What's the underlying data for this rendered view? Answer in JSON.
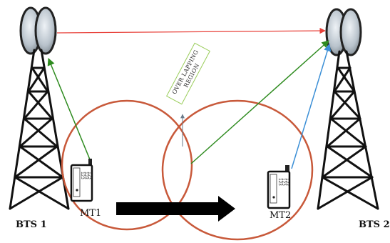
{
  "bts": [
    {
      "label": "BTS 1"
    },
    {
      "label": "BTS 2"
    }
  ],
  "mobiles": [
    {
      "label": "MT1",
      "keypad": "123"
    },
    {
      "label": "MT2",
      "keypad": "123"
    }
  ],
  "region": {
    "line1": "OVER LAPPING",
    "line2": "REGION"
  },
  "colors": {
    "cell_circle": "#c8593a",
    "link_bts_bts": "#e8413a",
    "link_mt1_bts1": "#2e8b1f",
    "link_region_bts2": "#2e8b1f",
    "link_mt2_bts2": "#3b8fd6",
    "region_box_border": "#9acd5a",
    "movement_arrow": "#000000"
  }
}
